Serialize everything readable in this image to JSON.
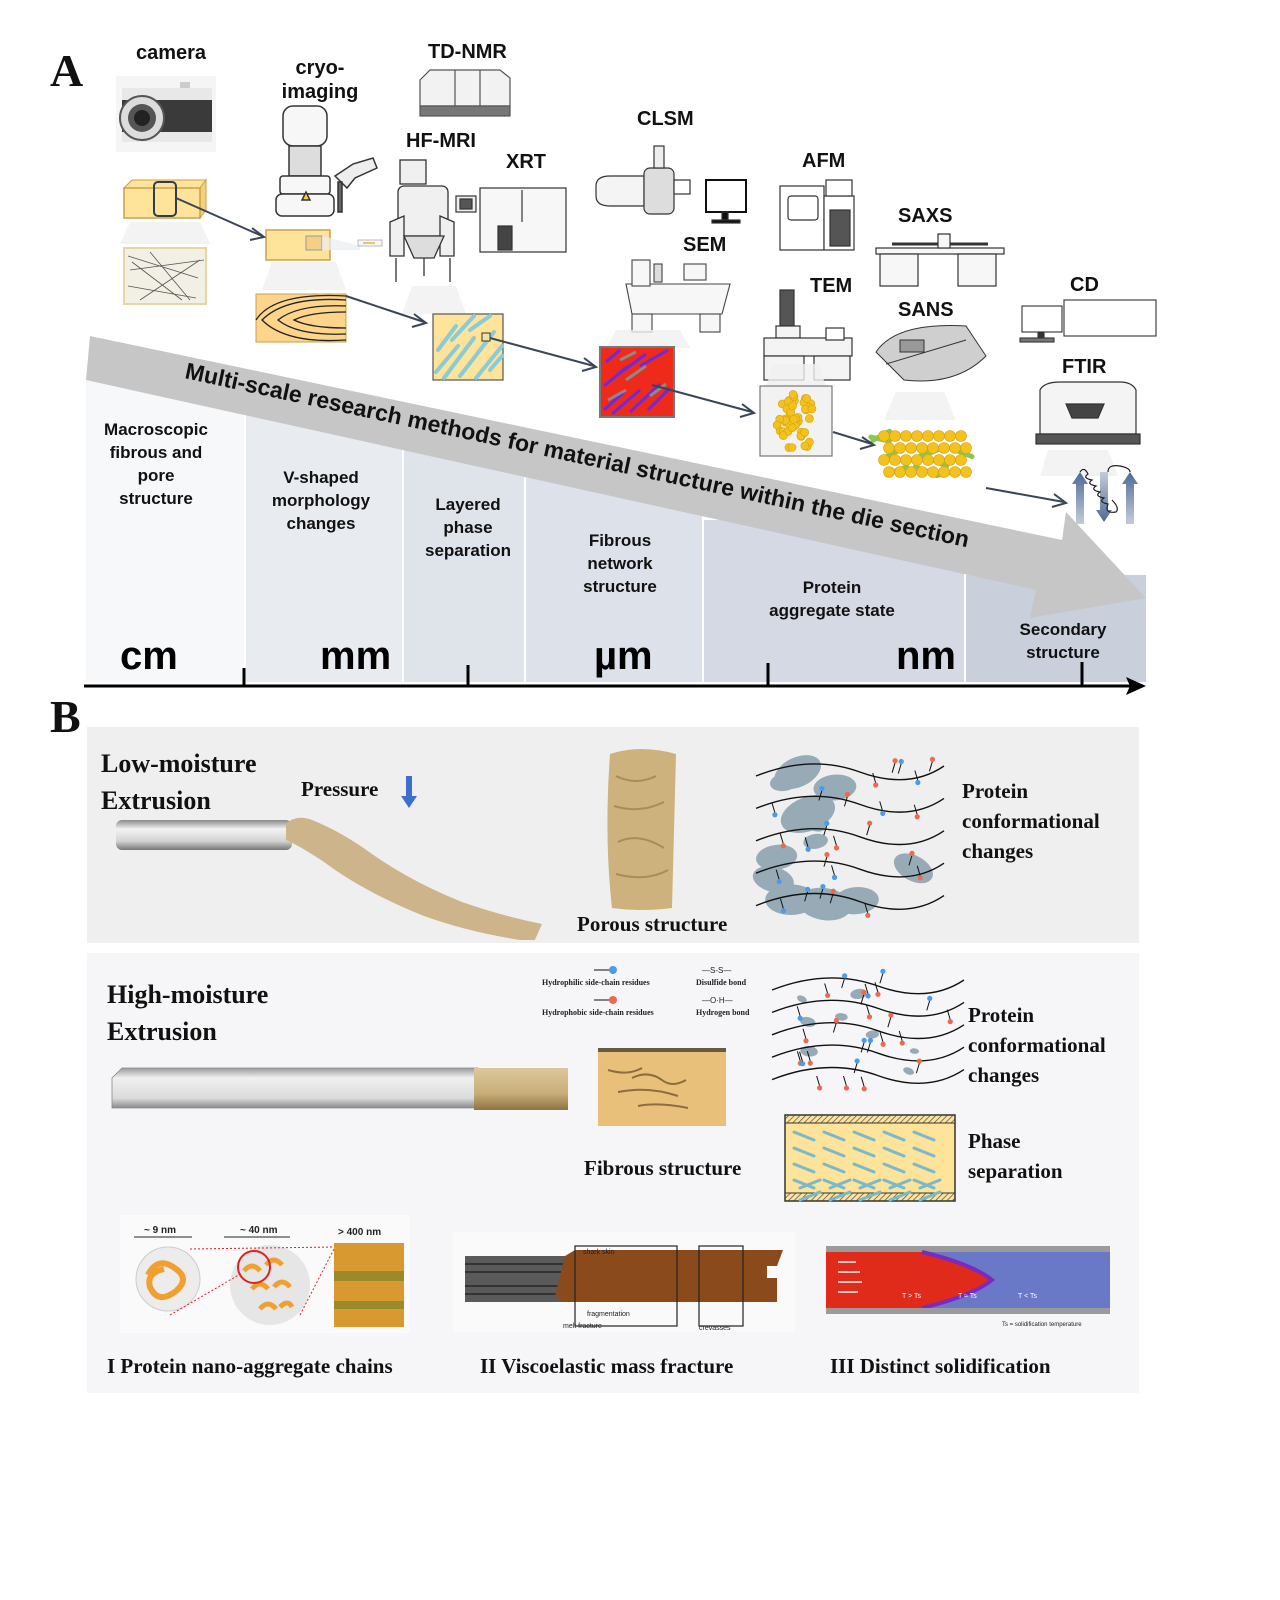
{
  "panel_a": {
    "letter": "A",
    "instruments": {
      "camera": "camera",
      "cryo_line1": "cryo-",
      "cryo_line2": "imaging",
      "td_nmr": "TD-NMR",
      "hf_mri": "HF-MRI",
      "xrt": "XRT",
      "clsm": "CLSM",
      "sem": "SEM",
      "afm": "AFM",
      "tem": "TEM",
      "saxs": "SAXS",
      "sans": "SANS",
      "cd": "CD",
      "ftir": "FTIR"
    },
    "banner": "Multi-scale research methods for material structure within the die section",
    "columns": [
      {
        "lines": [
          "Macroscopic",
          "fibrous and",
          "pore",
          "structure"
        ]
      },
      {
        "lines": [
          "V-shaped",
          "morphology",
          "changes"
        ]
      },
      {
        "lines": [
          "Layered",
          "phase",
          "separation"
        ]
      },
      {
        "lines": [
          "Fibrous",
          "network",
          "structure"
        ]
      },
      {
        "lines": [
          "Protein",
          "aggregate state"
        ]
      },
      {
        "lines": [
          "Secondary",
          "structure"
        ]
      }
    ],
    "units": [
      "cm",
      "mm",
      "µm",
      "nm"
    ],
    "colors": {
      "col_bg": [
        "#f7f8fa",
        "#e8ebf0",
        "#dfe3ea",
        "#dde1ea",
        "#d4d9e3",
        "#c9d0dc"
      ],
      "banner": "#c6c6c6",
      "arrow": "#3a4556",
      "sample_yellow": "#fde49a",
      "sample_border": "#c9a04a",
      "fiber_blue": "#8ccbd6",
      "clsm_red": "#ee2a1a",
      "clsm_purple": "#6a2ae0",
      "bead": "#f3c21d",
      "rod": "#8ac752"
    }
  },
  "panel_b": {
    "letter": "B",
    "low": {
      "title_line1": "Low-moisture",
      "title_line2": "Extrusion",
      "pressure": "Pressure",
      "porous": "Porous structure",
      "conf_lines": [
        "Protein",
        "conformational",
        "changes"
      ]
    },
    "high": {
      "title_line1": "High-moisture",
      "title_line2": "Extrusion",
      "legend": {
        "hydrophilic": "Hydrophilic side-chain residues",
        "hydrophobic": "Hydrophobic side-chain residues",
        "disulfide_sym": "—S-S—",
        "disulfide": "Disulfide bond",
        "hydrogen_sym": "—O·H—",
        "hydrogen": "Hydrogen bond"
      },
      "fibrous": "Fibrous structure",
      "conf_lines": [
        "Protein",
        "conformational",
        "changes"
      ],
      "phase_lines": [
        "Phase",
        "separation"
      ]
    },
    "mechanisms": [
      {
        "caption": "I Protein nano-aggregate chains",
        "labels": [
          "~ 9 nm",
          "~ 40 nm",
          "> 400 nm"
        ]
      },
      {
        "caption": "II Viscoelastic mass fracture",
        "labels": [
          "shark skin",
          "fragmentation",
          "melt fracture",
          "crevasses"
        ]
      },
      {
        "caption": "III Distinct solidification",
        "labels": [
          "T > Ts",
          "T ≈ Ts",
          "T < Ts",
          "Ts = solidification temperature"
        ]
      }
    ],
    "colors": {
      "low_bg": "#efefef",
      "high_bg": "#f6f6f8",
      "hydrophilic": "#4a9be8",
      "hydrophobic": "#ec6a50",
      "blob": "#97abb7",
      "extrudate": "#cdb48a",
      "pressure_arrow": "#3c6fd0"
    }
  }
}
